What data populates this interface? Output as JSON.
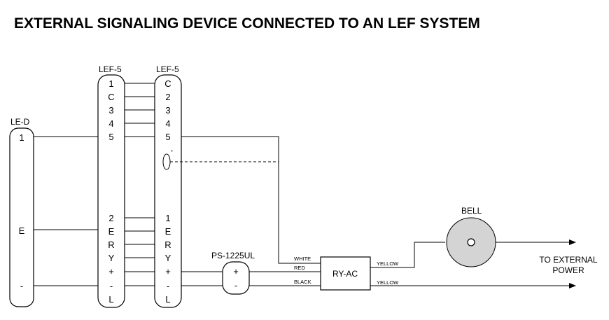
{
  "title": "EXTERNAL SIGNALING DEVICE CONNECTED TO AN LEF SYSTEM",
  "le_d": {
    "label": "LE-D",
    "pins": [
      "1",
      "E",
      "-"
    ]
  },
  "lef5_left": {
    "label": "LEF-5",
    "pins": [
      "1",
      "C",
      "3",
      "4",
      "5",
      "2",
      "E",
      "R",
      "Y",
      "+",
      "-",
      "L"
    ]
  },
  "lef5_right": {
    "label": "LEF-5",
    "pins": [
      "C",
      "2",
      "3",
      "4",
      "5",
      "1",
      "E",
      "R",
      "Y",
      "+",
      "-",
      "L"
    ],
    "marker": "*"
  },
  "ps": {
    "label": "PS-1225UL",
    "plus": "+",
    "minus": "-"
  },
  "ry": {
    "label": "RY-AC"
  },
  "wires": {
    "white": "WHITE",
    "red": "RED",
    "black": "BLACK",
    "yellow_top": "YELLOW",
    "yellow_bottom": "YELLOW"
  },
  "bell": {
    "label": "BELL"
  },
  "external": {
    "line1": "TO EXTERNAL",
    "line2": "POWER"
  }
}
